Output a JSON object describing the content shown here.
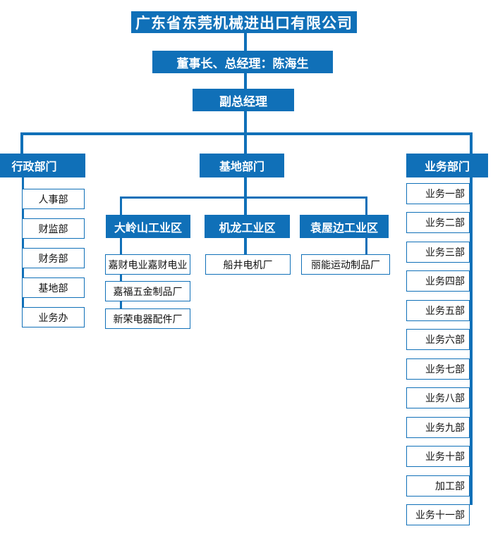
{
  "title": "广东省东莞机械进出口有限公司",
  "colors": {
    "primary_blue": "#1070B8",
    "box_border": "#1070B8",
    "text_on_blue": "#FFFFFF",
    "text_dark": "#111111",
    "background": "#FFFFFF"
  },
  "nodes": {
    "company": "广东省东莞机械进出口有限公司",
    "chairman": "董事长、总经理：陈海生",
    "deputy": "副总经理",
    "admin": {
      "label": "行政部门",
      "children": [
        "人事部",
        "财监部",
        "财务部",
        "基地部",
        "业务办"
      ]
    },
    "base": {
      "label": "基地部门",
      "zones": [
        {
          "label": "大岭山工业区",
          "factories": [
            "嘉财电业嘉财电业",
            "嘉福五金制品厂",
            "新荣电器配件厂"
          ]
        },
        {
          "label": "机龙工业区",
          "factories": [
            "船井电机厂"
          ]
        },
        {
          "label": "袁屋边工业区",
          "factories": [
            "丽能运动制品厂"
          ]
        }
      ]
    },
    "business": {
      "label": "业务部门",
      "children": [
        "业务一部",
        "业务二部",
        "业务三部",
        "业务四部",
        "业务五部",
        "业务六部",
        "业务七部",
        "业务八部",
        "业务九部",
        "业务十部",
        "加工部",
        "业务十一部"
      ]
    }
  }
}
